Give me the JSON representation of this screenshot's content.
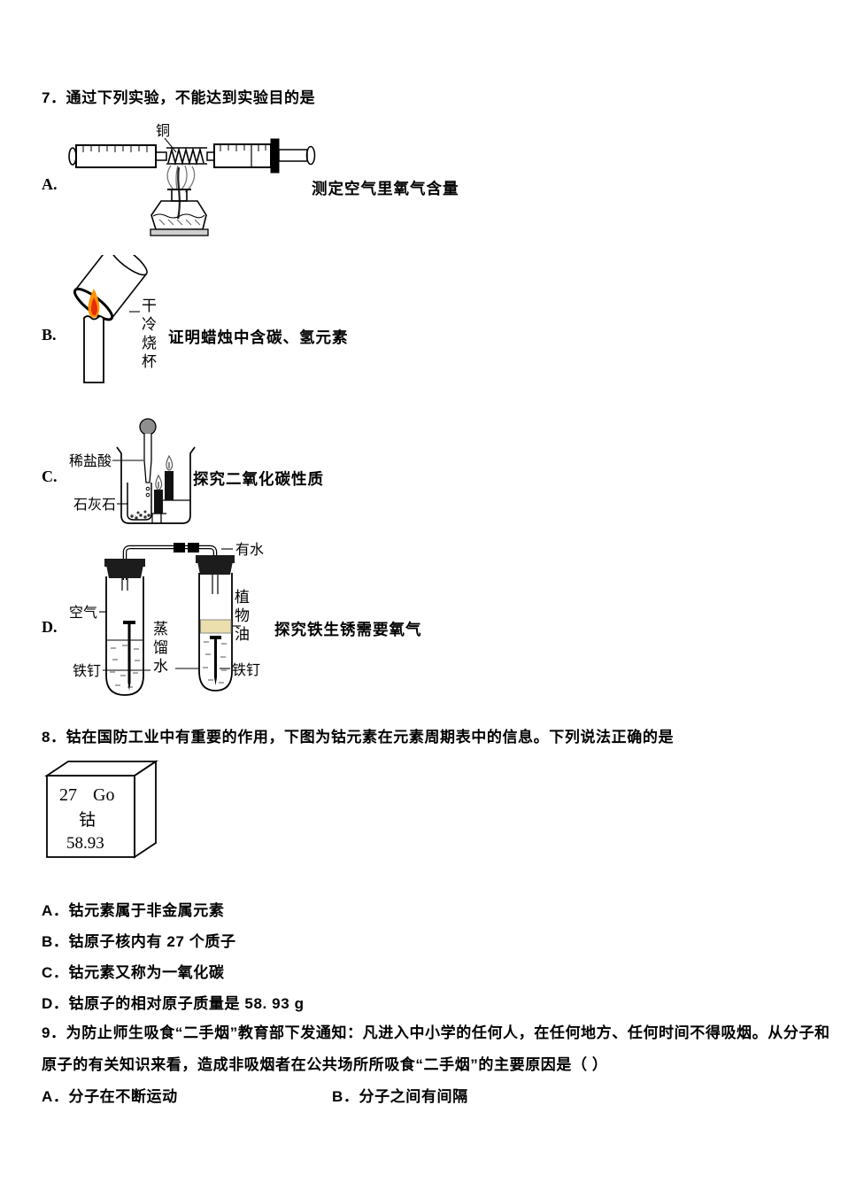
{
  "q7": {
    "title": "7．通过下列实验，不能达到实验目的是",
    "options": [
      {
        "letter": "A.",
        "caption": "测定空气里氧气含量"
      },
      {
        "letter": "B.",
        "caption": "证明蜡烛中含碳、氢元素"
      },
      {
        "letter": "C.",
        "caption": "探究二氧化碳性质"
      },
      {
        "letter": "D.",
        "caption": "探究铁生锈需要氧气"
      }
    ],
    "labels": {
      "copper": "铜",
      "dry_cold_beaker": "干冷烧杯",
      "dilute_hcl": "稀盐酸",
      "limestone": "石灰石",
      "has_water": "有水",
      "air": "空气",
      "distilled_water": "蒸馏水",
      "vegetable_oil": "植物油",
      "iron_nail_left": "铁钉",
      "iron_nail_right": "铁钉"
    }
  },
  "q8": {
    "title": "8．钴在国防工业中有重要的作用，下图为钴元素在元素周期表中的信息。下列说法正确的是",
    "element_box": {
      "atomic_number": "27",
      "symbol": "Go",
      "name": "钴",
      "mass": "58.93"
    },
    "options": [
      "A．钴元素属于非金属元素",
      "B．钴原子核内有 27 个质子",
      "C．钴元素又称为一氧化碳",
      "D．钴原子的相对原子质量是 58. 93 g"
    ]
  },
  "q9": {
    "line1": "9．为防止师生吸食“二手烟”教育部下发通知：凡进入中小学的任何人，在任何地方、任何时间不得吸烟。从分子和",
    "line2": "原子的有关知识来看，造成非吸烟者在公共场所所吸食“二手烟”的主要原因是（ ）",
    "options": [
      "A．分子在不断运动",
      "B．分子之间有间隔"
    ]
  },
  "colors": {
    "flame_outer": "#ff9100",
    "flame_inner": "#e82d00",
    "oil_band": "#eadfad",
    "ink": "#000000",
    "paper": "#ffffff"
  }
}
